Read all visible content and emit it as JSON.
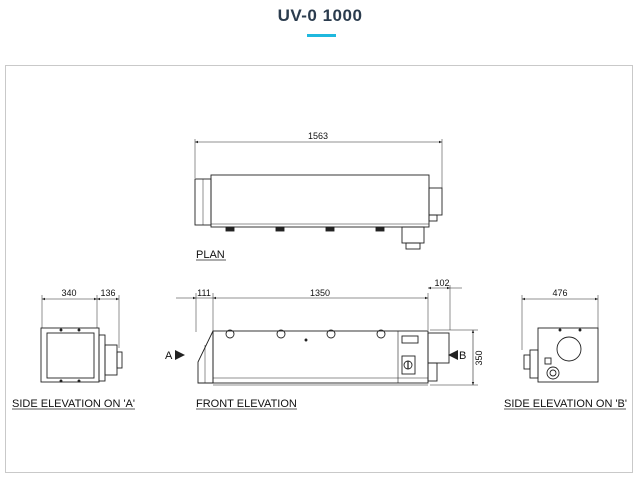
{
  "title": "UV-0 1000",
  "colors": {
    "title": "#2b3c4e",
    "accent": "#1fb8de",
    "frame": "#c9c9c9",
    "line": "#222222"
  },
  "views": {
    "plan": {
      "label": "PLAN",
      "dim_overall": "1563"
    },
    "side_a": {
      "label": "SIDE ELEVATION ON 'A'",
      "dim_width": "340",
      "dim_offset": "136",
      "marker": "A"
    },
    "front": {
      "label": "FRONT ELEVATION",
      "dim_left": "111",
      "dim_length": "1350",
      "dim_right": "102",
      "dim_height": "350"
    },
    "side_b": {
      "label": "SIDE ELEVATION ON 'B'",
      "dim_width": "476",
      "marker": "B"
    }
  }
}
